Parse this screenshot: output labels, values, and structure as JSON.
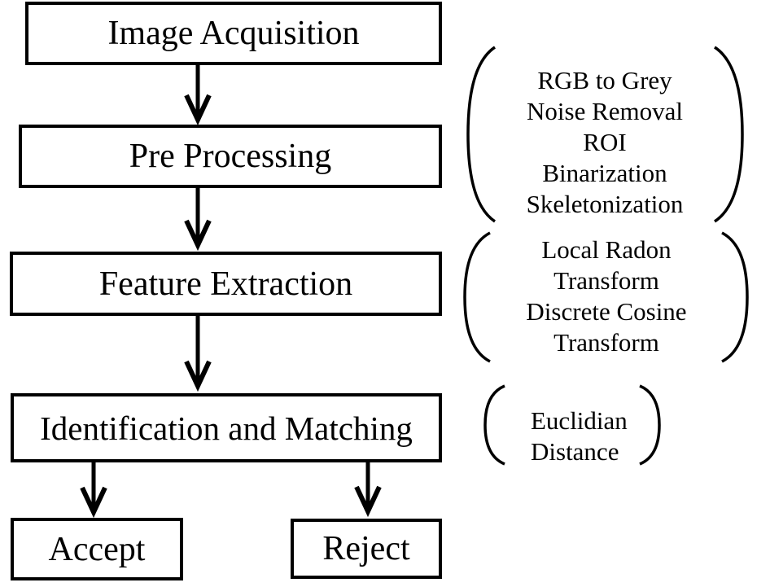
{
  "diagram": {
    "boxes": {
      "image_acquisition": "Image Acquisition",
      "pre_processing": "Pre Processing",
      "feature_extraction": "Feature Extraction",
      "identification_matching": "Identification and Matching",
      "accept": "Accept",
      "reject": "Reject"
    },
    "annotations": {
      "pre_processing": {
        "lines": [
          "RGB to Grey",
          "Noise Removal",
          "ROI",
          "Binarization",
          "Skeletonization"
        ]
      },
      "feature_extraction": {
        "lines": [
          "Local Radon",
          "Transform",
          "Discrete Cosine",
          "Transform"
        ]
      },
      "identification_matching": {
        "lines": [
          "Euclidian",
          "Distance"
        ]
      }
    },
    "colors": {
      "stroke": "#000000",
      "background": "#ffffff",
      "text": "#000000"
    }
  }
}
